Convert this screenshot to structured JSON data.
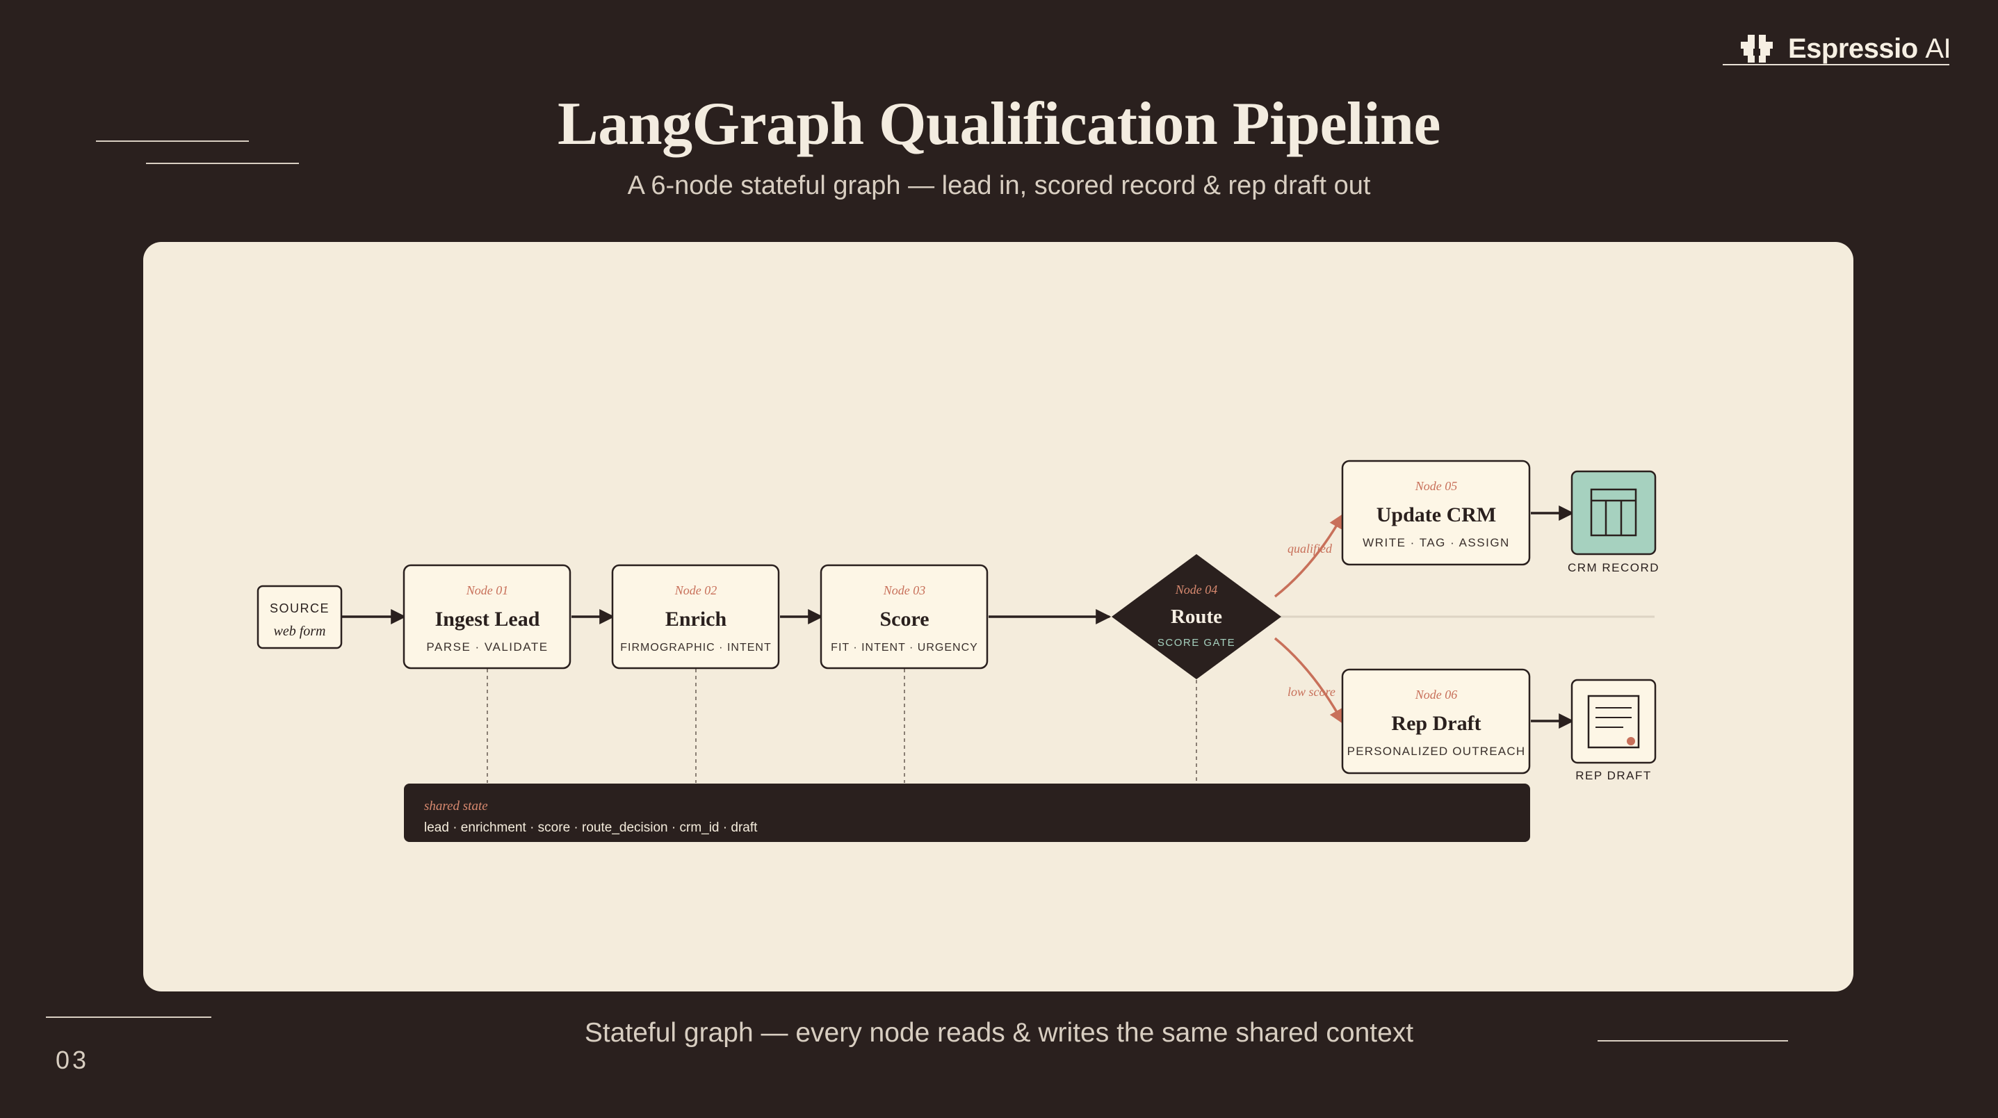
{
  "brand": {
    "name": "Espressio",
    "suffix": "AI"
  },
  "title": "LangGraph Qualification Pipeline",
  "subtitle": "A 6-node stateful graph — lead in, scored record & rep draft out",
  "diagram": {
    "source": {
      "label": "SOURCE",
      "value": "web form"
    },
    "nodes": [
      {
        "num": "Node 01",
        "name": "Ingest Lead",
        "detail": "PARSE · VALIDATE"
      },
      {
        "num": "Node 02",
        "name": "Enrich",
        "detail": "FIRMOGRAPHIC · INTENT"
      },
      {
        "num": "Node 03",
        "name": "Score",
        "detail": "FIT · INTENT · URGENCY"
      },
      {
        "num": "Node 04",
        "name": "Route",
        "detail": "SCORE GATE"
      },
      {
        "num": "Node 05",
        "name": "Update CRM",
        "detail": "WRITE · TAG · ASSIGN"
      },
      {
        "num": "Node 06",
        "name": "Rep Draft",
        "detail": "PERSONALIZED OUTREACH"
      }
    ],
    "branches": {
      "upper": "qualified",
      "lower": "low score"
    },
    "outputs": {
      "crm": "CRM RECORD",
      "draft": "REP DRAFT"
    },
    "state": {
      "label": "shared state",
      "fields": "lead · enrichment · score · route_decision · crm_id · draft"
    }
  },
  "footer": "Stateful graph — every node reads & writes the same shared context",
  "page_number": "03",
  "colors": {
    "background": "#2a201e",
    "panel": "#f4ecdc",
    "node_fill": "#fdf6e6",
    "accent": "#c8705a",
    "crm_fill": "#a6d1bf",
    "ink": "#2a201e"
  }
}
